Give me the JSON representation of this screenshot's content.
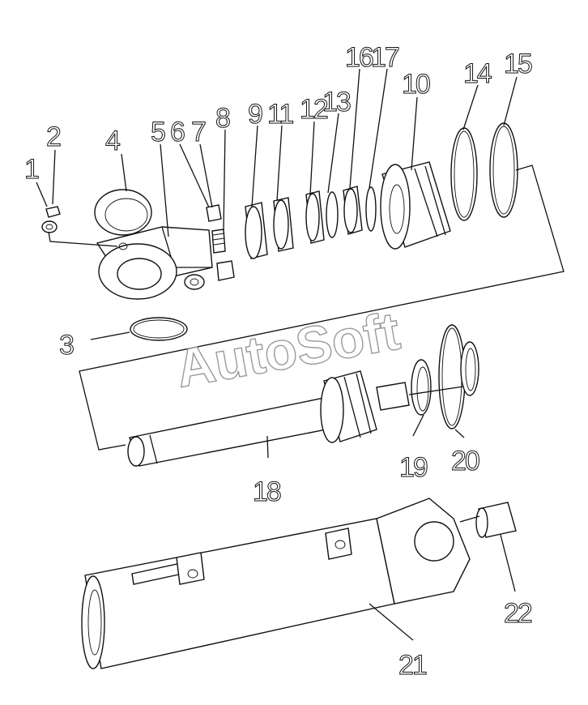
{
  "watermark": "AutoSoft",
  "callouts": {
    "c1": "1",
    "c2": "2",
    "c3": "3",
    "c4": "4",
    "c5": "5",
    "c6": "6",
    "c7": "7",
    "c8": "8",
    "c9": "9",
    "c10": "10",
    "c11": "11",
    "c12": "12",
    "c13": "13",
    "c14": "14",
    "c15": "15",
    "c16": "16",
    "c17": "17",
    "c18": "18",
    "c19": "19",
    "c20": "20",
    "c21": "21",
    "c22": "22"
  }
}
